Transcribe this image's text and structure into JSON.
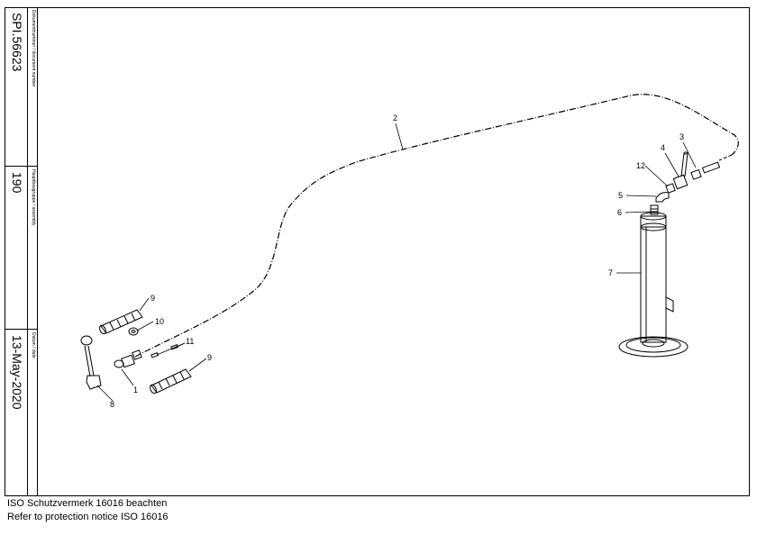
{
  "sidebar": {
    "document_label": "Dokumentnummer / document number",
    "document_number": "SPI.56623",
    "assembly_label": "Hauptbaugruppe / assembly",
    "assembly_number": "190",
    "date_label": "Datum / date",
    "date": "13-May-2020"
  },
  "callouts": {
    "c1": "1",
    "c2": "2",
    "c3": "3",
    "c4": "4",
    "c5": "5",
    "c6": "6",
    "c7": "7",
    "c8": "8",
    "c9a": "9",
    "c9b": "9",
    "c10": "10",
    "c11": "11",
    "c12": "12"
  },
  "footer": {
    "line1": "ISO Schutzvermerk 16016 beachten",
    "line2": "Refer to protection notice ISO 16016"
  }
}
